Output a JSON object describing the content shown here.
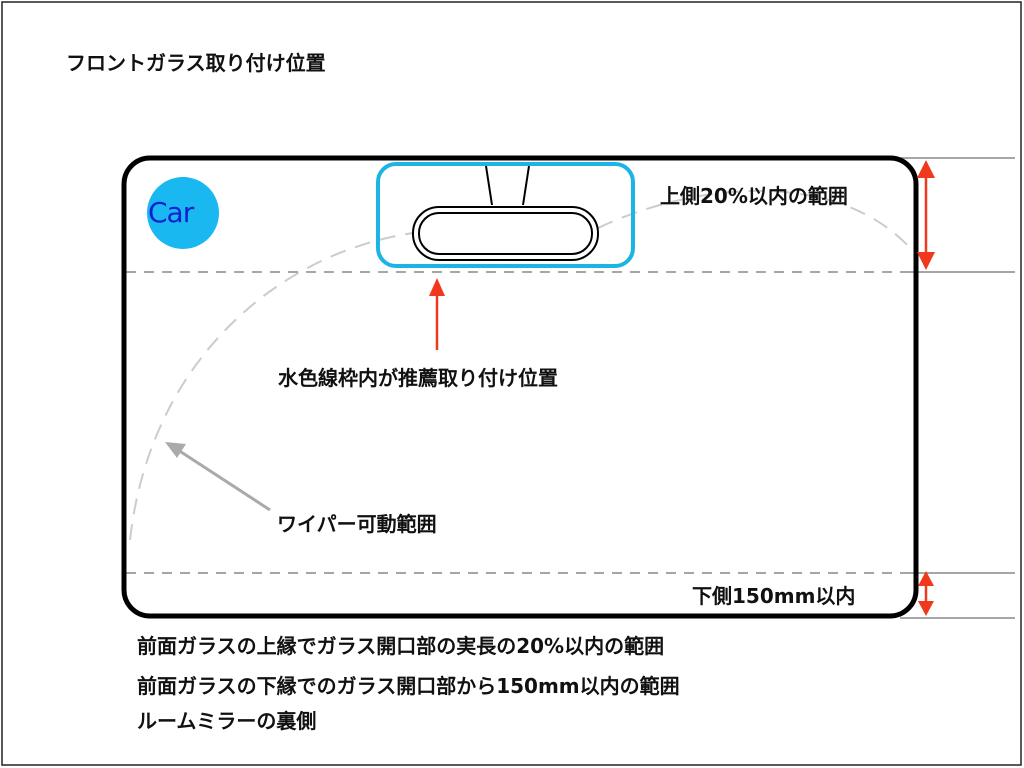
{
  "title": "フロントガラス取り付け位置",
  "badge": "Car",
  "top_range_label": "上側20%以内の範囲",
  "recommended_label": "水色線枠内が推薦取り付け位置",
  "wiper_label": "ワイパー可動範囲",
  "bottom_range_label": "下側150mm以内",
  "notes": [
    "前面ガラスの上縁でガラス開口部の実長の20%以内の範囲",
    "前面ガラスの下縁でのガラス開口部から150mm以内の範囲",
    "ルームミラーの裏側"
  ],
  "colors": {
    "cyan": "#1bb4e4",
    "red": "#f0391c",
    "badge": "#19b8f0",
    "badge_text": "#1020d0"
  }
}
